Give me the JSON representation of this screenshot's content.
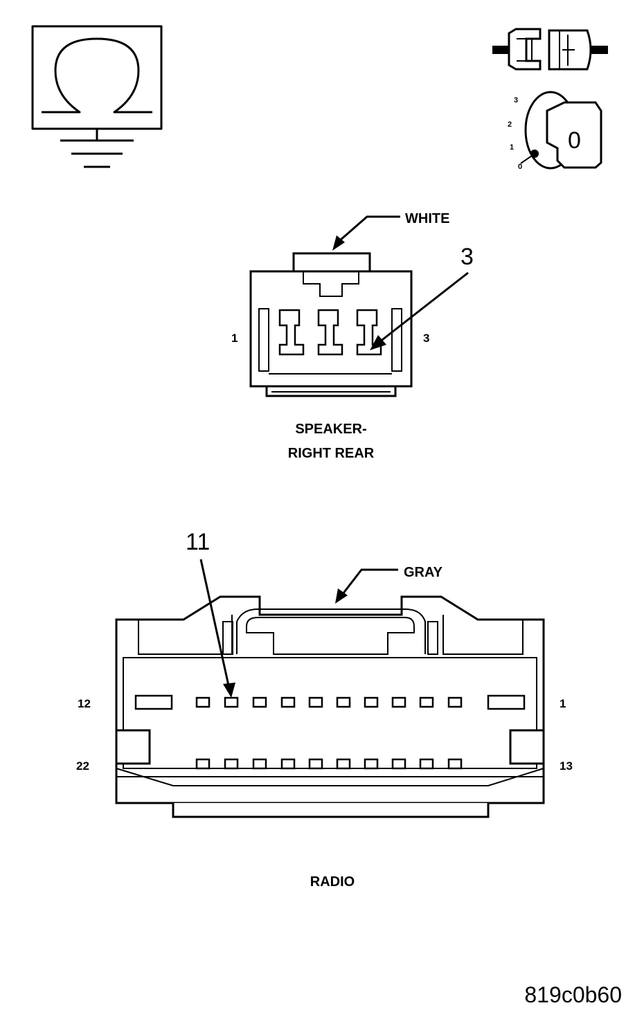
{
  "icons": {
    "ohmmeter": "ohmmeter-ground-icon",
    "connector": "disconnect-connector-icon",
    "ignition": "ignition-key-off-icon"
  },
  "ignition_positions": [
    "3",
    "2",
    "1",
    "0"
  ],
  "ignition_key_label": "0",
  "speaker_connector": {
    "color_label": "WHITE",
    "callout_pin": "3",
    "pin_left": "1",
    "pin_right": "3",
    "name_line1": "SPEAKER-",
    "name_line2": "RIGHT REAR"
  },
  "radio_connector": {
    "color_label": "GRAY",
    "callout_pin": "11",
    "pin_top_left": "12",
    "pin_top_right": "1",
    "pin_bottom_left": "22",
    "pin_bottom_right": "13",
    "name": "RADIO"
  },
  "figure_id": "819c0b60"
}
